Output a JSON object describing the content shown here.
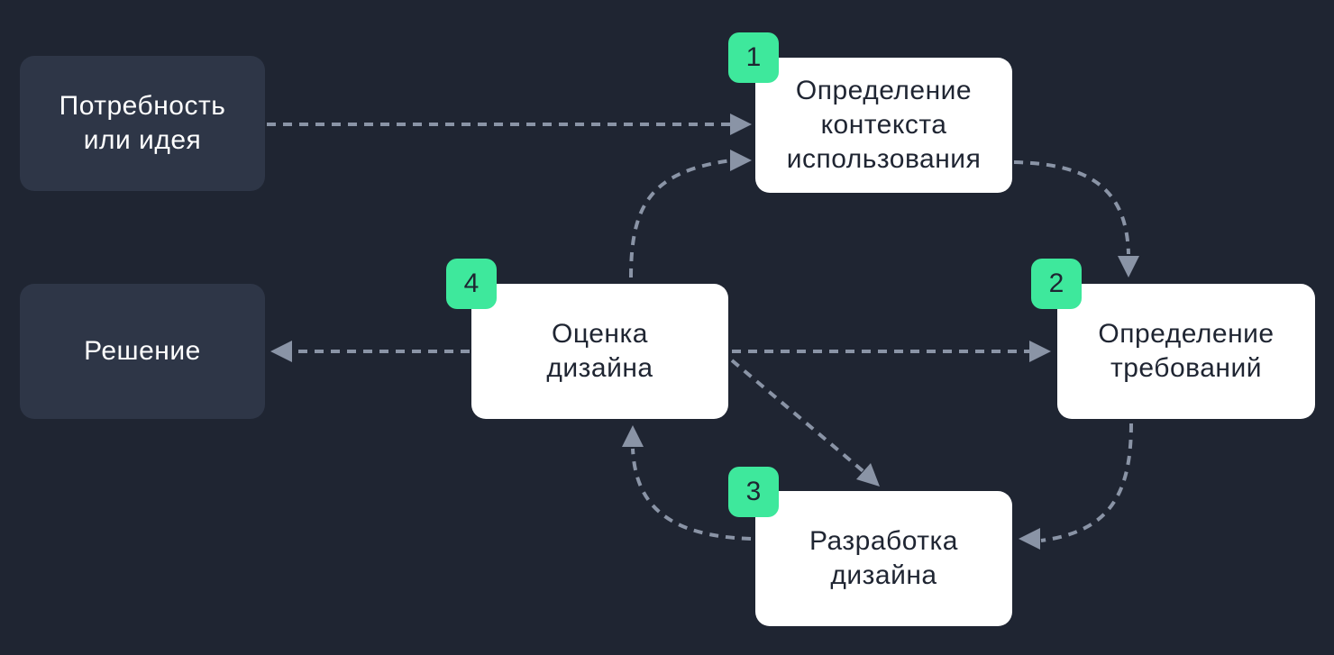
{
  "nodes": {
    "need": "Потребность\nили идея",
    "solution": "Решение",
    "context": "Определение\nконтекста\nиспользования",
    "requirements": "Определение\nтребований",
    "development": "Разработка\nдизайна",
    "evaluation": "Оценка\nдизайна"
  },
  "badges": {
    "context": "1",
    "requirements": "2",
    "development": "3",
    "evaluation": "4"
  },
  "colors": {
    "background": "#1f2532",
    "dark_node": "#2e3647",
    "light_node": "#ffffff",
    "badge": "#3ee89c",
    "connector": "#8a94a6"
  }
}
